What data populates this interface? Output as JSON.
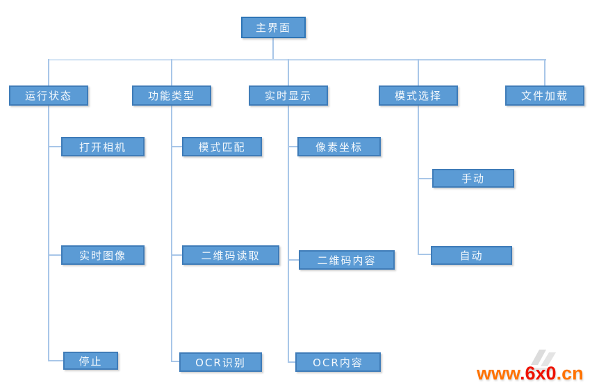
{
  "diagram": {
    "title": "UI structure tree",
    "root": {
      "label": "主界面"
    },
    "branches": [
      {
        "label": "运行状态",
        "children": [
          "打开相机",
          "实时图像",
          "停止"
        ]
      },
      {
        "label": "功能类型",
        "children": [
          "模式匹配",
          "二维码读取",
          "OCR识别"
        ]
      },
      {
        "label": "实时显示",
        "children": [
          "像素坐标",
          "二维码内容",
          "OCR内容"
        ]
      },
      {
        "label": "模式选择",
        "children": [
          "手动",
          "自动"
        ]
      },
      {
        "label": "文件加载",
        "children": []
      }
    ],
    "colors": {
      "node_fill": "#5B9BD5",
      "node_border": "#3F7CB8",
      "root_border": "#2E75B6",
      "connector": "#A8C6E8",
      "text": "#FFFFFF"
    }
  },
  "watermark": {
    "segment_www": "www",
    "segment_mid": ".6x0",
    "segment_cn": ".cn",
    "color_orange": "#FF7200",
    "color_red": "#EE1100"
  }
}
